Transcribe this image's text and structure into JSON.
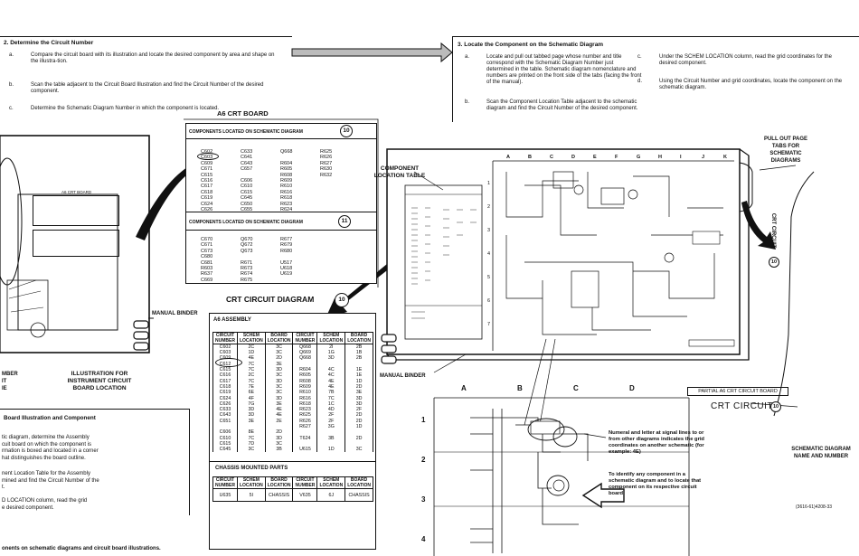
{
  "step2": {
    "title": "2. Determine the Circuit Number",
    "items": [
      {
        "letter": "a.",
        "text": "Compare the circuit board with its illustration and locate the desired component by area and shape on the illustra-tion."
      },
      {
        "letter": "b.",
        "text": "Scan the table adjacent to the Circuit Board Illustration and find the Circuit Number of the desired component."
      },
      {
        "letter": "c.",
        "text": "Determine the Schematic Diagram Number in which the component is located."
      }
    ]
  },
  "step3": {
    "title": "3. Locate the Component on the Schematic Diagram",
    "items": [
      {
        "letter": "a.",
        "text": "Locate and pull out tabbed page whose number and title correspond with the Schematic Diagram Number just determined in the table. Schematic diagram nomenclature and numbers are printed on the front side of the tabs (facing the front of the manual)."
      },
      {
        "letter": "b.",
        "text": "Scan the Component Location Table adjacent to the schematic diagram and find the Circuit Number of the desired component."
      },
      {
        "letter": "c.",
        "text": "Under the SCHEM LOCATION column, read the grid coordinates for the desired component."
      },
      {
        "letter": "d.",
        "text": "Using the Circuit Number and grid coordinates, locate the component on the schematic diagram."
      }
    ]
  },
  "a6_board": {
    "title": "A6 CRT BOARD",
    "diag10_header": "COMPONENTS LOCATED ON SCHEMATIC DIAGRAM",
    "diag10_num": "10",
    "diag10_cols": [
      [
        "C602",
        "C603",
        "C609",
        "C671",
        "C615",
        "C616",
        "C617",
        "C618",
        "C619",
        "C624",
        "C626"
      ],
      [
        "C633",
        "C641",
        "C643",
        "C657",
        "",
        "C606",
        "C610",
        "C615",
        "C645",
        "C650",
        "C655"
      ],
      [
        "Q668",
        "",
        "R604",
        "R605",
        "R608",
        "R609",
        "R610",
        "R616",
        "R618",
        "R623",
        "R624"
      ],
      [
        "R625",
        "R626",
        "R627",
        "R630",
        "R632",
        "",
        "",
        "",
        "",
        "",
        ""
      ]
    ],
    "diag11_header": "COMPONENTS LOCATED ON SCHEMATIC DIAGRAM",
    "diag11_num": "11",
    "diag11_cols": [
      [
        "C670",
        "C671",
        "C673",
        "C680",
        "C681",
        "R603",
        "R637",
        "C669"
      ],
      [
        "Q670",
        "Q672",
        "Q673",
        "",
        "R671",
        "R673",
        "R674",
        "R675"
      ],
      [
        "R677",
        "R679",
        "R680",
        "",
        "U517",
        "U618",
        "U619",
        ""
      ]
    ]
  },
  "left_board": {
    "title": "A6 CRT BOARD"
  },
  "crt_diagram": {
    "title": "CRT CIRCUIT  DIAGRAM",
    "num": "10",
    "assembly": "A6 ASSEMBLY",
    "headers": [
      "CIRCUIT NUMBER",
      "SCHEM LOCATION",
      "BOARD LOCATION",
      "CIRCUIT NUMBER",
      "SCHEM LOCATION",
      "BOARD LOCATION"
    ],
    "rows": [
      [
        "C602",
        "2C",
        "3C",
        "Q668",
        "2I",
        "2B"
      ],
      [
        "C603",
        "1D",
        "3C",
        "Q669",
        "1G",
        "1B"
      ],
      [
        "C609",
        "4E",
        "2D",
        "Q668",
        "3D",
        "2B"
      ],
      [
        "C612",
        "7C",
        "3E",
        "",
        "",
        ""
      ],
      [
        "C615",
        "7C",
        "3D",
        "R604",
        "4C",
        "1E"
      ],
      [
        "C616",
        "2C",
        "3C",
        "R605",
        "4C",
        "1E"
      ],
      [
        "C617",
        "7C",
        "3D",
        "R608",
        "4E",
        "1D"
      ],
      [
        "C618",
        "7E",
        "3C",
        "R609",
        "4E",
        "2D"
      ],
      [
        "C619",
        "6E",
        "3C",
        "R610",
        "7B",
        "3E"
      ],
      [
        "C624",
        "4F",
        "3D",
        "R616",
        "7C",
        "3D"
      ],
      [
        "C626",
        "7G",
        "3E",
        "R618",
        "1C",
        "3D"
      ],
      [
        "C633",
        "3D",
        "4E",
        "R623",
        "4D",
        "2F"
      ],
      [
        "C643",
        "3D",
        "4E",
        "R625",
        "2F",
        "2D"
      ],
      [
        "C651",
        "3E",
        "2E",
        "R626",
        "2F",
        "2D"
      ],
      [
        "",
        "",
        "",
        "R627",
        "3G",
        "1D"
      ],
      [
        "C606",
        "8E",
        "2D",
        "",
        "",
        ""
      ],
      [
        "C610",
        "7C",
        "3D",
        "T624",
        "3B",
        "2D"
      ],
      [
        "C615",
        "7D",
        "3C",
        "",
        "",
        ""
      ],
      [
        "C645",
        "3C",
        "3B",
        "U615",
        "1D",
        "3C"
      ]
    ],
    "chassis_title": "CHASSIS MOUNTED PARTS",
    "chassis_row": [
      "U635",
      "5I",
      "CHASSIS",
      "V635",
      "6J",
      "CHASSIS"
    ]
  },
  "labels": {
    "manual_binder_left": "MANUAL BINDER",
    "illustration": "ILLUSTRATION FOR INSTRUMENT CIRCUIT BOARD LOCATION",
    "assembly_partial": "MBER\nIT\nIE",
    "component_table": "COMPONENT LOCATION TABLE",
    "pull_out": "PULL OUT PAGE TABS FOR SCHEMATIC DIAGRAMS",
    "manual_binder_right": "MANUAL BINDER",
    "partial_board": "PARTIAL A6  CRT CIRCUIT  BOARD",
    "crt_circuit": "CRT CIRCUIT",
    "crt_circuit_num": "10",
    "schem_name": "SCHEMATIC DIAGRAM NAME AND NUMBER",
    "tab_title": "CRT CIRCUIT",
    "tab_num": "10",
    "numeral_note": "Numeral and letter at signal lines to or from other diagrams indicates the grid coordinates on another schematic (for example: 4E)",
    "identify_note": "To identify any component in a schematic diagram and to locate that component on its respective circuit board.",
    "part_number": "(3616-61)4208-33",
    "bottom_caption": "onents on schematic diagrams and circuit board illustrations.",
    "left_heading": "Board Illustration and Component",
    "left_para1": "tic diagram, determine the Assembly\ncuit board on which the component is\nrmation is boxed and located in a corner\nhat distinguishes the board outline.",
    "left_para2": "nent Location Table for the Assembly\nmined and find the Circuit Number of the\nt.",
    "left_para3": "D LOCATION column, read the grid\ne desired component."
  },
  "grid": {
    "top_letters": [
      "A",
      "B",
      "C",
      "D",
      "E",
      "F",
      "G",
      "H",
      "I",
      "J",
      "K"
    ],
    "bottom_letters": [
      "A",
      "B",
      "C",
      "D"
    ],
    "bottom_rows": [
      "1",
      "2",
      "3",
      "4"
    ]
  }
}
